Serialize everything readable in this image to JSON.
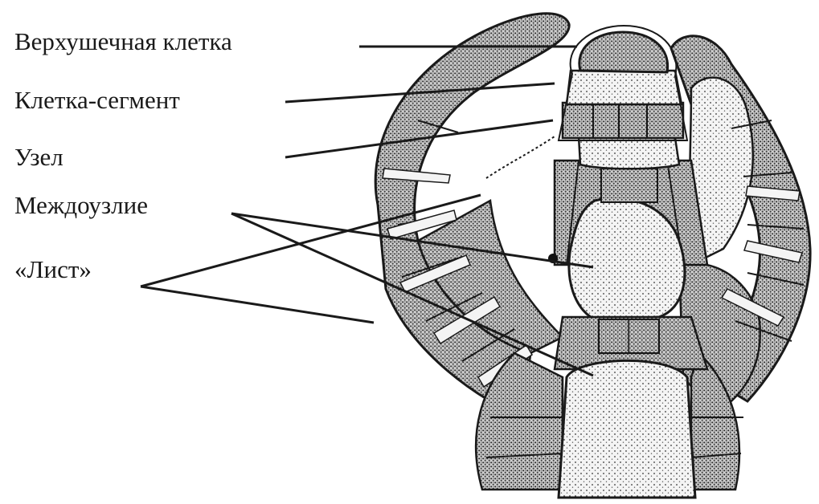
{
  "labels": {
    "apical_cell": "Верхушечная клетка",
    "segment_cell": "Клетка-сегмент",
    "node": "Узел",
    "internode": "Междоузлие",
    "leaf": "«Лист»"
  },
  "colors": {
    "ink": "#1a1a1a",
    "paper": "#ffffff",
    "light_fill": "#f2f2f2",
    "dark_fill": "#c9c9c9"
  }
}
